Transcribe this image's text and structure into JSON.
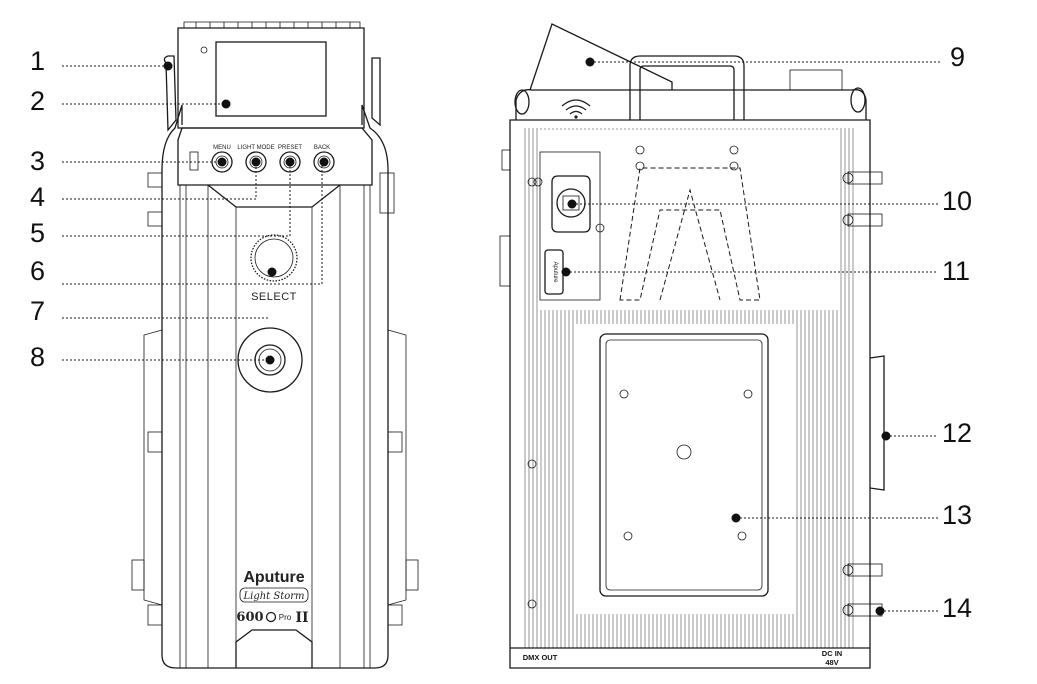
{
  "front_view": {
    "buttons": [
      "MENU",
      "LIGHT MODE",
      "PRESET",
      "BACK"
    ],
    "select_label": "SELECT",
    "brand": "Aputure",
    "series": "Light Storm",
    "model_number": "600",
    "model_suffix": "Pro",
    "model_gen": "II"
  },
  "rear_view": {
    "port_left": "DMX OUT",
    "port_right_line1": "DC IN",
    "port_right_line2": "48V",
    "badge": "Aputure",
    "wifi_icon": "wifi-icon"
  },
  "callouts": [
    {
      "id": "1",
      "label": "1"
    },
    {
      "id": "2",
      "label": "2"
    },
    {
      "id": "3",
      "label": "3"
    },
    {
      "id": "4",
      "label": "4"
    },
    {
      "id": "5",
      "label": "5"
    },
    {
      "id": "6",
      "label": "6"
    },
    {
      "id": "7",
      "label": "7"
    },
    {
      "id": "8",
      "label": "8"
    },
    {
      "id": "9",
      "label": "9"
    },
    {
      "id": "10",
      "label": "10"
    },
    {
      "id": "11",
      "label": "11"
    },
    {
      "id": "12",
      "label": "12"
    },
    {
      "id": "13",
      "label": "13"
    },
    {
      "id": "14",
      "label": "14"
    }
  ]
}
